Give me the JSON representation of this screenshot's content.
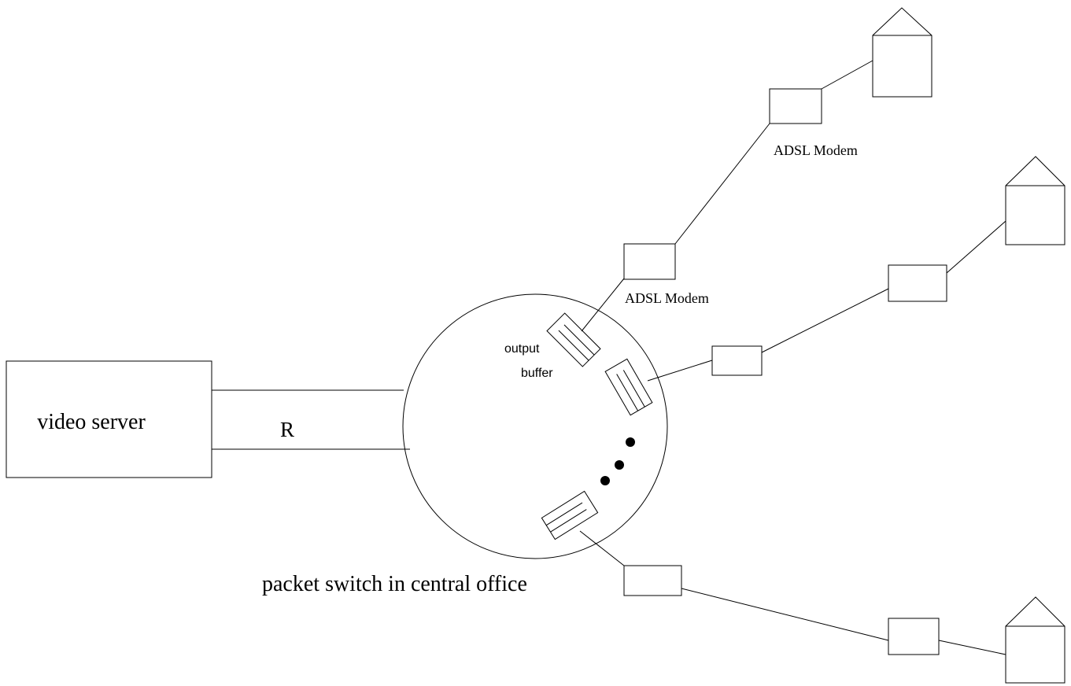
{
  "server": {
    "label": "video server"
  },
  "link": {
    "label": "R"
  },
  "switch": {
    "label": "packet switch in central office"
  },
  "buffer": {
    "line1": "output",
    "line2": "buffer"
  },
  "modem_labels": [
    "ADSL Modem",
    "ADSL Modem"
  ]
}
